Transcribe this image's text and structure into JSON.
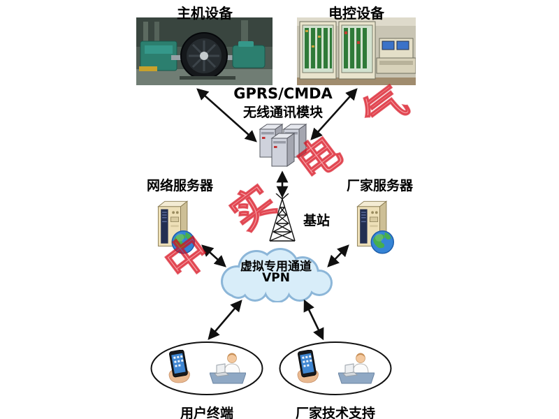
{
  "watermark": {
    "text": "中实电气",
    "color": "#ec1c28"
  },
  "labels": {
    "host_device": "主机设备",
    "electric_device": "电控设备",
    "gprs_title": "GPRS/CMDA",
    "gprs_subtitle": "无线通讯模块",
    "network_server": "网络服务器",
    "vendor_server": "厂家服务器",
    "base_station": "基站",
    "cloud_line1": "虚拟专用通道",
    "cloud_line2": "VPN",
    "user_terminal": "用户终端",
    "vendor_support": "厂家技术支持"
  },
  "icons": {
    "host_photo": "hoist-machine-photo",
    "electric_photo": "control-cabinet-photo",
    "gprs_module": "server-stack-icon",
    "network_server": "server-tower-globe-icon",
    "vendor_server": "server-tower-globe-icon",
    "base_station": "lattice-antenna-icon",
    "vpn": "cloud-shape",
    "terminal_phone": "smartphone-in-hand-icon",
    "terminal_person": "person-at-laptop-icon",
    "connectors": "double-headed-arrow"
  },
  "colors": {
    "background": "#ffffff",
    "text": "#000000",
    "arrow": "#101010",
    "cloud_fill": "#d8edf9",
    "cloud_edge": "#8cb6d8",
    "watermark_red": "#ec1c28",
    "server_beige": "#eee0b8",
    "globe_blue": "#3584d6",
    "globe_green": "#46ae4e",
    "machine_teal": "#2c7f6f",
    "cabinet_cream": "#e9e4cd"
  }
}
